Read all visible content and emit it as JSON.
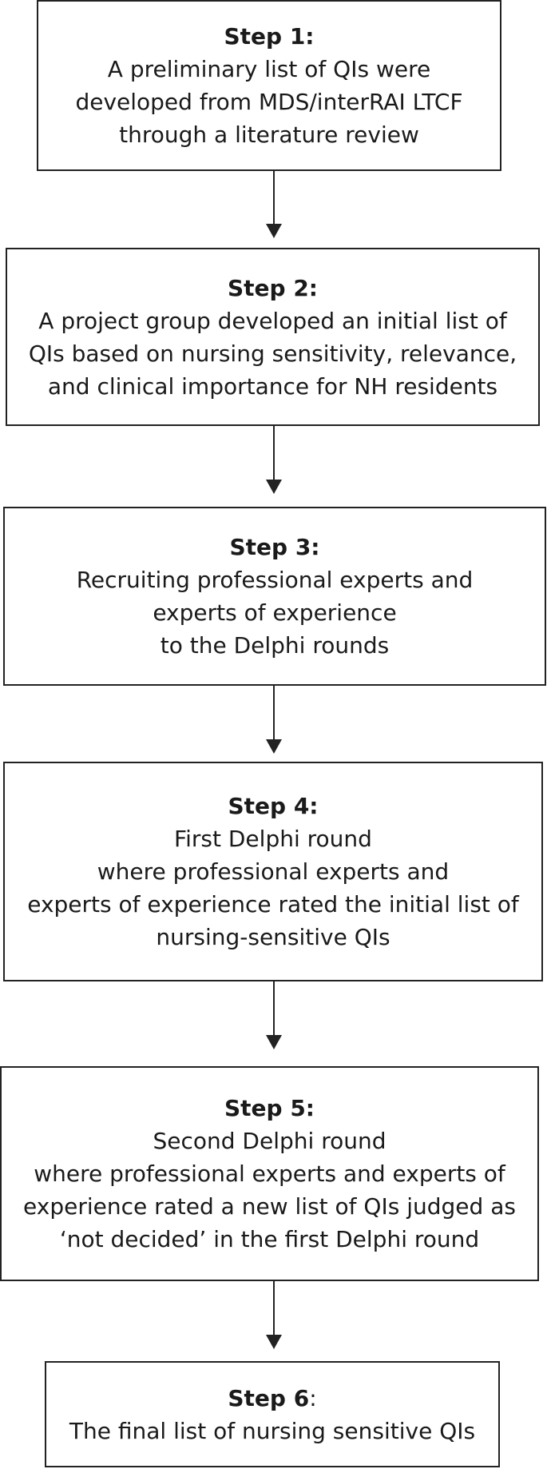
{
  "steps": [
    {
      "heading": "Step 1:",
      "heading_suffix": "",
      "lines": [
        "A preliminary list of QIs were",
        "developed from MDS/interRAI LTCF",
        "through a literature review"
      ]
    },
    {
      "heading": "Step 2:",
      "heading_suffix": "",
      "lines": [
        "A project group developed an initial list of",
        "QIs based on nursing sensitivity, relevance,",
        "and clinical importance for NH residents"
      ]
    },
    {
      "heading": "Step 3:",
      "heading_suffix": "",
      "lines": [
        "Recruiting professional experts and",
        "experts of experience",
        "to the Delphi rounds"
      ]
    },
    {
      "heading": "Step 4:",
      "heading_suffix": "",
      "lines": [
        "First Delphi round",
        "where professional experts and",
        "experts of experience rated the initial list of",
        "nursing-sensitive QIs"
      ]
    },
    {
      "heading": "Step 5:",
      "heading_suffix": "",
      "lines": [
        "Second Delphi round",
        "where professional experts and experts of",
        "experience rated a new list of QIs judged as",
        "‘not decided’ in the first Delphi round"
      ]
    },
    {
      "heading": "Step 6",
      "heading_suffix": ":",
      "lines": [
        "The final list of nursing sensitive QIs"
      ]
    }
  ]
}
